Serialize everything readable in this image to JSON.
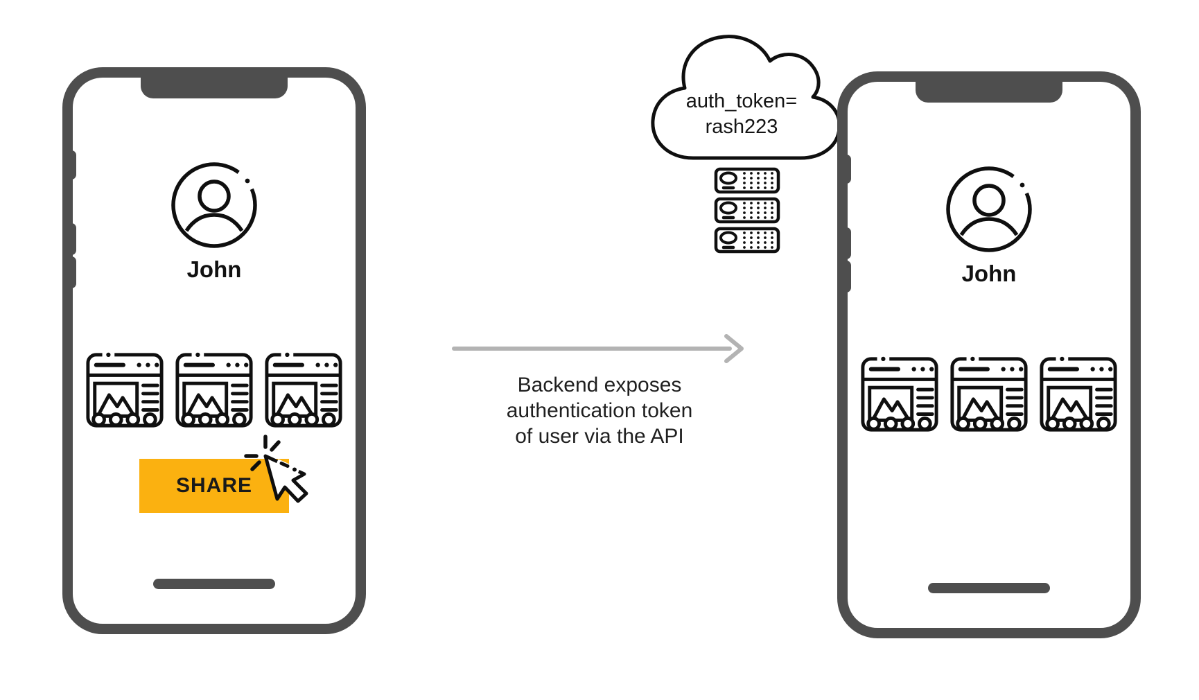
{
  "diagram": {
    "left_phone": {
      "user_name": "John",
      "share_button_label": "SHARE"
    },
    "right_phone": {
      "user_name": "John"
    },
    "cloud": {
      "token_line1": "auth_token=",
      "token_line2": "rash223"
    },
    "caption": {
      "line1": "Backend exposes",
      "line2": "authentication token",
      "line3": "of user via the API"
    },
    "colors": {
      "accent_orange": "#fbb110",
      "phone_frame_gray": "#4e4e4e",
      "arrow_gray": "#b3b3b3",
      "ink_black": "#111111"
    }
  }
}
